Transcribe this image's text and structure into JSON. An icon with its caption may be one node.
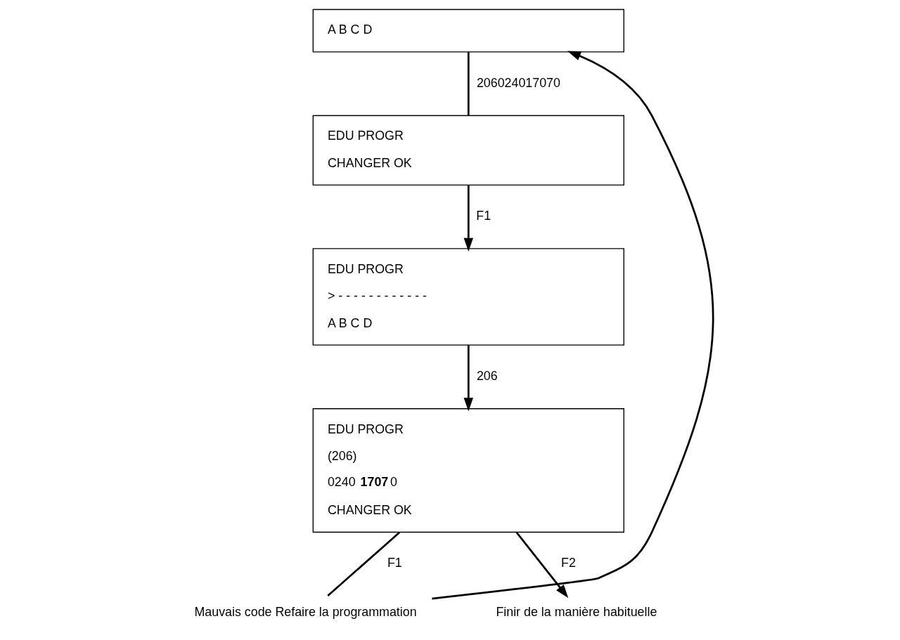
{
  "diagram": {
    "nodes": [
      {
        "text": [
          "A B C D"
        ]
      },
      {
        "text": [
          "EDU PROGR",
          "CHANGER OK"
        ]
      },
      {
        "text": [
          "EDU PROGR",
          "> - - - - - - - - - - - -",
          "A B C D"
        ]
      },
      {
        "text": [
          "EDU PROGR",
          "(206)",
          "0240 **1707** 0",
          "CHANGER OK"
        ]
      },
      {
        "text": [
          "Mauvais code Refaire la programmation"
        ]
      },
      {
        "text": [
          "Finir de la manière habituelle"
        ]
      }
    ],
    "edges": [
      {
        "from": 0,
        "to": 1,
        "arrow": "none",
        "label": "206024017070"
      },
      {
        "from": 1,
        "to": 2,
        "arrow": "to",
        "label": "F1"
      },
      {
        "from": 2,
        "to": 3,
        "arrow": "to",
        "label": "206"
      },
      {
        "from": 3,
        "to": 4,
        "arrow": "none",
        "label": "F1"
      },
      {
        "from": 4,
        "to": 0,
        "arrow": "to"
      },
      {
        "from": 3,
        "to": 5,
        "arrow": "to",
        "label": "F2"
      }
    ]
  }
}
